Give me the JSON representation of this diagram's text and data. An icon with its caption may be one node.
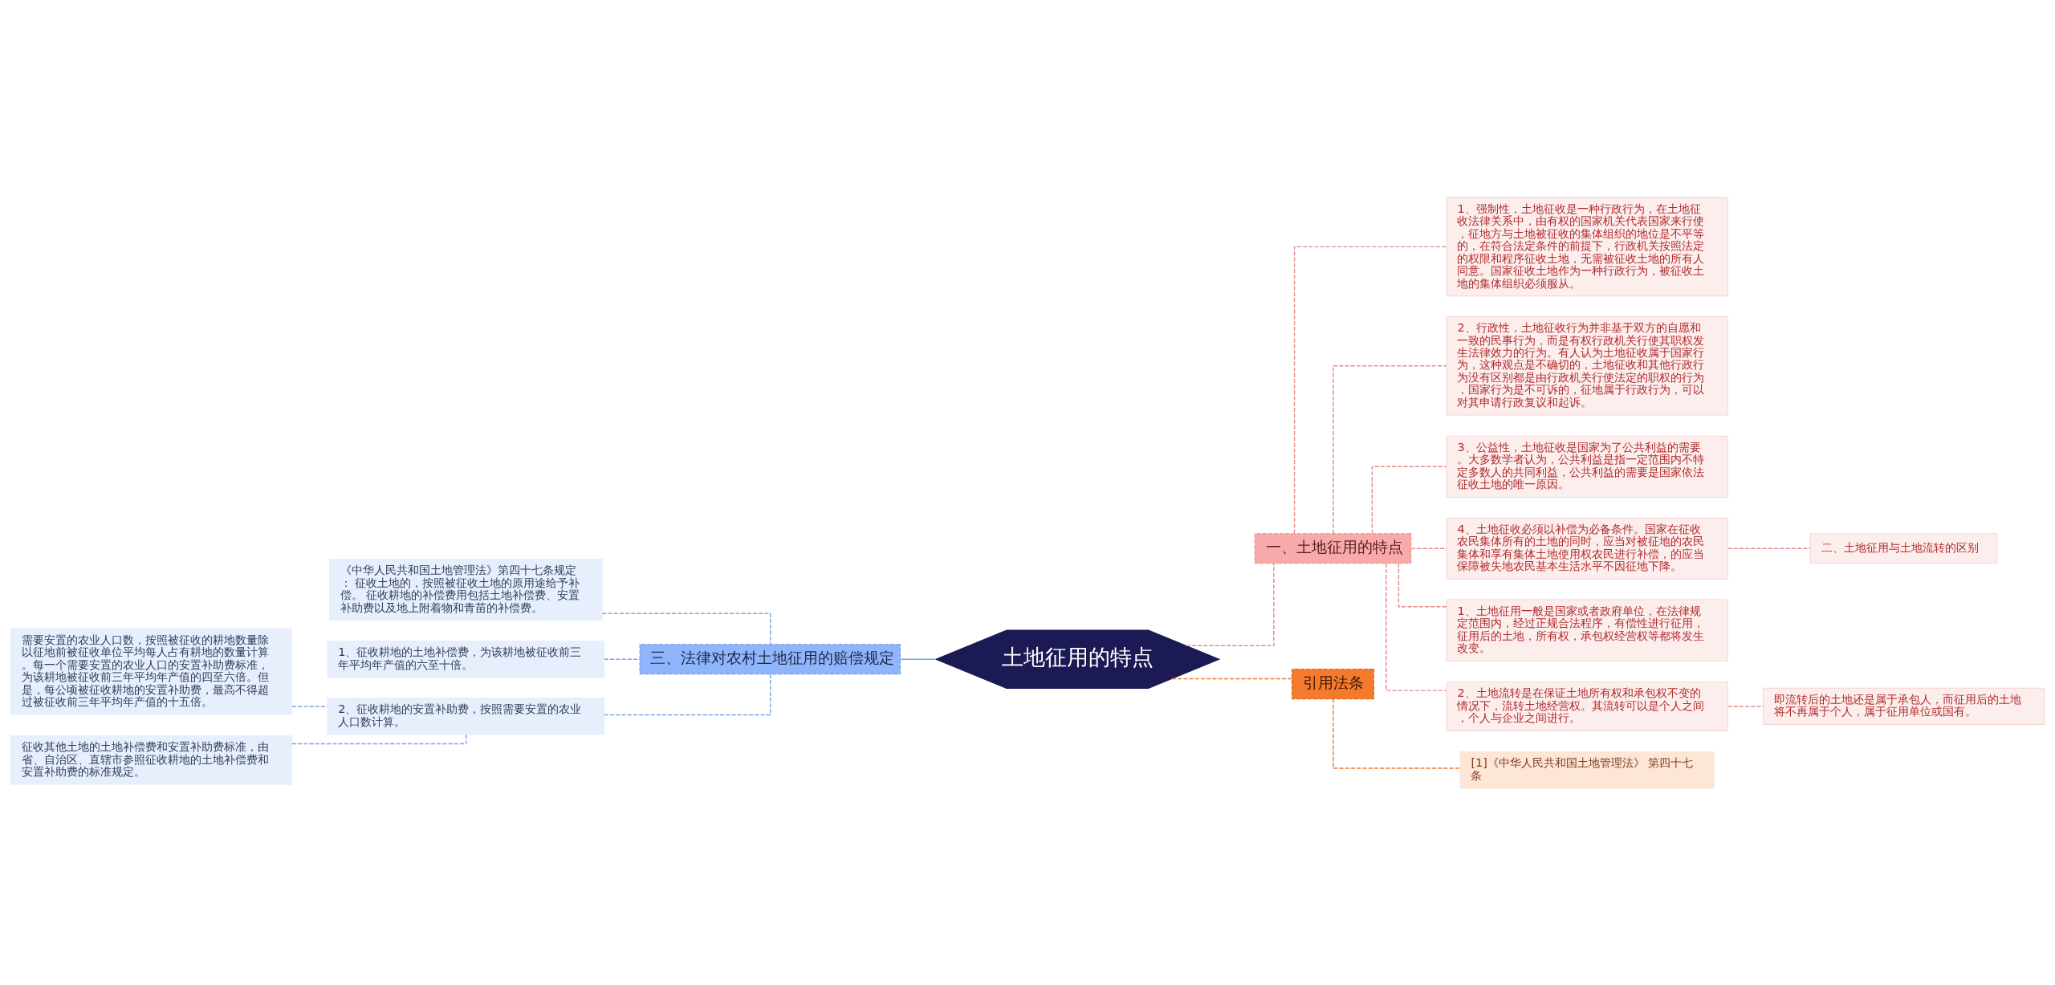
{
  "diagram": {
    "nodes": [
      {
        "text": [
          "土地征用的特点"
        ]
      },
      {
        "text": [
          "一、土地征用的特点"
        ]
      },
      {
        "text": [
          "1、强制性，土地征收是一种行政行为，在土地征收法律关系中，由有权的国家机关代表国家来行使，征地方与土地被征收的集体组织的地位是不平等的，在符合法定条件的前提下，行政机关按照法定的权限和程序征收土地，无需被征收土地的所有人同意。国家征收土地作为一种行政行为，被征收土地的集体组织必须服从。"
        ]
      },
      {
        "text": [
          "2、行政性，土地征收行为并非基于双方的自愿和一致的民事行为，而是有权行政机关行使其职权发生法律效力的行为。有人认为土地征收属于国家行为，这种观点是不确切的，土地征收和其他行政行为没有区别都是由行政机关行使法定的职权的行为，国家行为是不可诉的，征地属于行政行为，可以对其申请行政复议和起诉。"
        ]
      },
      {
        "text": [
          "3、公益性，土地征收是国家为了公共利益的需要。大多数学者认为，公共利益是指一定范围内不特定多数人的共同利益，公共利益的需要是国家依法征收土地的唯一原因。"
        ]
      },
      {
        "text": [
          "4、土地征收必须以补偿为必备条件。国家在征收农民集体所有的土地的同时，应当对被征地的农民集体和享有集体土地使用权农民进行补偿，的应当保障被失地农民基本生活水平不因征地下降。"
        ]
      },
      {
        "text": [
          "二、土地征用与土地流转的区别"
        ]
      },
      {
        "text": [
          "1、土地征用一般是国家或者政府单位，在法律规定范围内，经过正规合法程序，有偿性进行征用，征用后的土地，所有权，承包权经营权等都将发生改变。"
        ]
      },
      {
        "text": [
          "2、土地流转是在保证土地所有权和承包权不变的情况下，流转土地经营权。其流转可以是个人之间，个人与企业之间进行。"
        ]
      },
      {
        "text": [
          "即流转后的土地还是属于承包人，而征用后的土地将不再属于个人，属于征用单位或国有。"
        ]
      },
      {
        "text": [
          "引用法条"
        ]
      },
      {
        "text": [
          "[1]《中华人民共和国土地管理法》 第四十七条"
        ]
      },
      {
        "text": [
          "三、法律对农村土地征用的赔偿规定"
        ]
      },
      {
        "text": [
          "《中华人民共和国土地管理法》第四十七条规定： 征收土地的，按照被征收土地的原用途给予补偿。 征收耕地的补偿费用包括土地补偿费、安置补助费以及地上附着物和青苗的补偿费。"
        ]
      },
      {
        "text": [
          "1、征收耕地的土地补偿费，为该耕地被征收前三年平均年产值的六至十倍。"
        ]
      },
      {
        "text": [
          "2、征收耕地的安置补助费，按照需要安置的农业人口数计算。"
        ]
      },
      {
        "text": [
          "需要安置的农业人口数，按照被征收的耕地数量除以征地前被征收单位平均每人占有耕地的数量计算。每一个需要安置的农业人口的安置补助费标准，为该耕地被征收前三年平均年产值的四至六倍。但是，每公顷被征收耕地的安置补助费，最高不得超过被征收前三年平均年产值的十五倍。"
        ]
      },
      {
        "text": [
          "征收其他土地的土地补偿费和安置补助费标准，由省、自治区、直辖市参照征收耕地的土地补偿费和安置补助费的标准规定。"
        ]
      }
    ],
    "edges": [
      {
        "from": 0,
        "to": 1,
        "arrow": "none",
        "style": "dashed"
      },
      {
        "from": 1,
        "to": 2,
        "arrow": "none",
        "style": "dashed"
      },
      {
        "from": 1,
        "to": 3,
        "arrow": "none",
        "style": "dashed"
      },
      {
        "from": 1,
        "to": 4,
        "arrow": "none",
        "style": "dashed"
      },
      {
        "from": 1,
        "to": 5,
        "arrow": "none",
        "style": "dashed"
      },
      {
        "from": 5,
        "to": 6,
        "arrow": "none",
        "style": "dashed"
      },
      {
        "from": 1,
        "to": 7,
        "arrow": "none",
        "style": "dashed"
      },
      {
        "from": 1,
        "to": 8,
        "arrow": "none",
        "style": "dashed"
      },
      {
        "from": 8,
        "to": 9,
        "arrow": "none",
        "style": "dashed"
      },
      {
        "from": 0,
        "to": 10,
        "arrow": "none",
        "style": "dashed",
        "color": "#f07a30"
      },
      {
        "from": 10,
        "to": 11,
        "arrow": "none",
        "style": "dashed",
        "color": "#f07a30"
      },
      {
        "from": 0,
        "to": 12,
        "arrow": "none",
        "color": "#7aa4e8"
      },
      {
        "from": 12,
        "to": 13,
        "arrow": "none",
        "style": "dashed",
        "color": "#7aa4e8"
      },
      {
        "from": 12,
        "to": 14,
        "arrow": "none",
        "style": "dashed",
        "color": "#7aa4e8"
      },
      {
        "from": 12,
        "to": 15,
        "arrow": "none",
        "style": "dashed",
        "color": "#7aa4e8"
      },
      {
        "from": 15,
        "to": 16,
        "arrow": "none",
        "style": "dashed",
        "color": "#7aa4e8"
      },
      {
        "from": 15,
        "to": 17,
        "arrow": "none",
        "style": "dashed",
        "color": "#7aa4e8"
      }
    ]
  }
}
